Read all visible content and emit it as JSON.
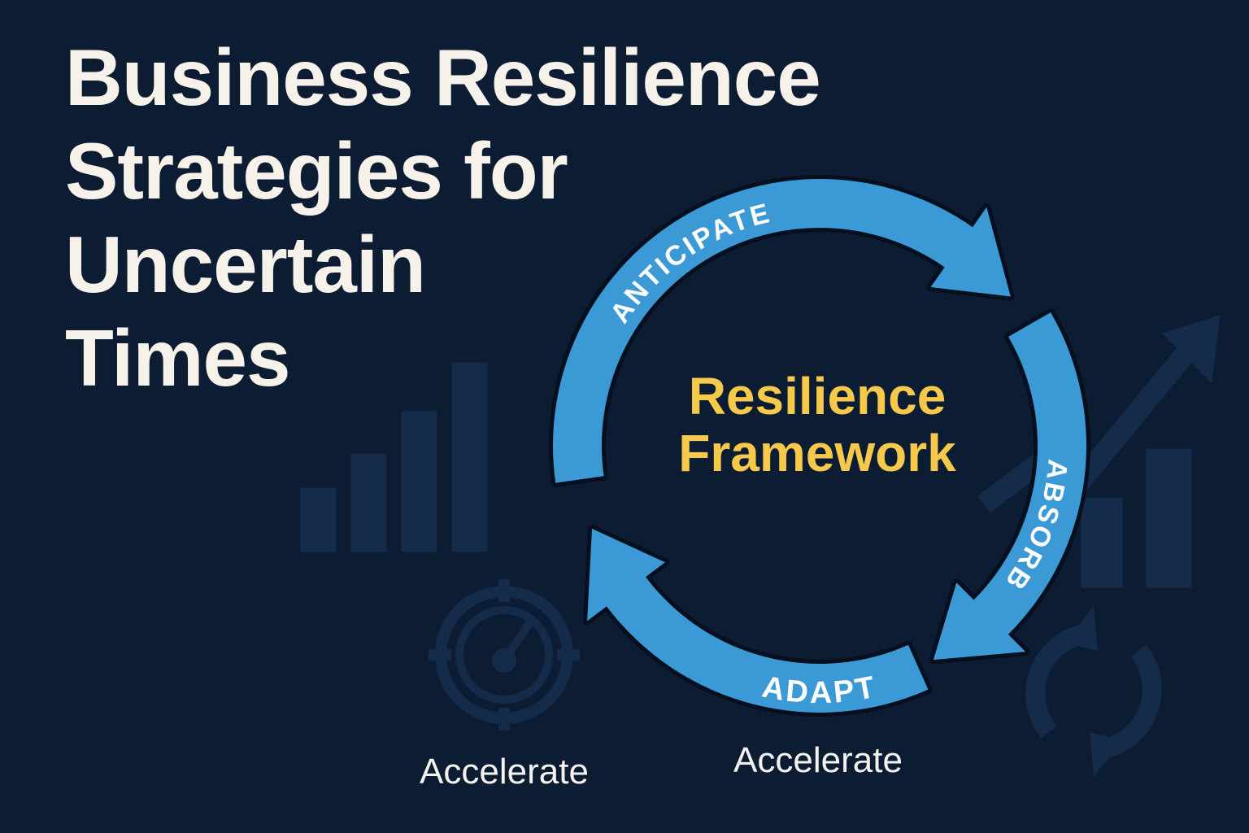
{
  "title_lines": [
    "Business Resilience",
    "Strategies for",
    "Uncertain",
    "Times"
  ],
  "framework": {
    "center_lines": [
      "Resilience",
      "Framework"
    ],
    "stages": [
      "ANTICIPATE",
      "ABSORB",
      "ADAPT"
    ]
  },
  "labels": [
    "Accelerate",
    "Accelerate"
  ],
  "colors": {
    "background": "#0c1c33",
    "arrow": "#3b9ad6",
    "title": "#f6f2ea",
    "center_text": "#f6c94b",
    "faint_icons": "#15304f"
  },
  "decorative_icons": [
    "bar-chart-icon",
    "gauge-icon",
    "trend-arrow-icon",
    "refresh-icon"
  ]
}
